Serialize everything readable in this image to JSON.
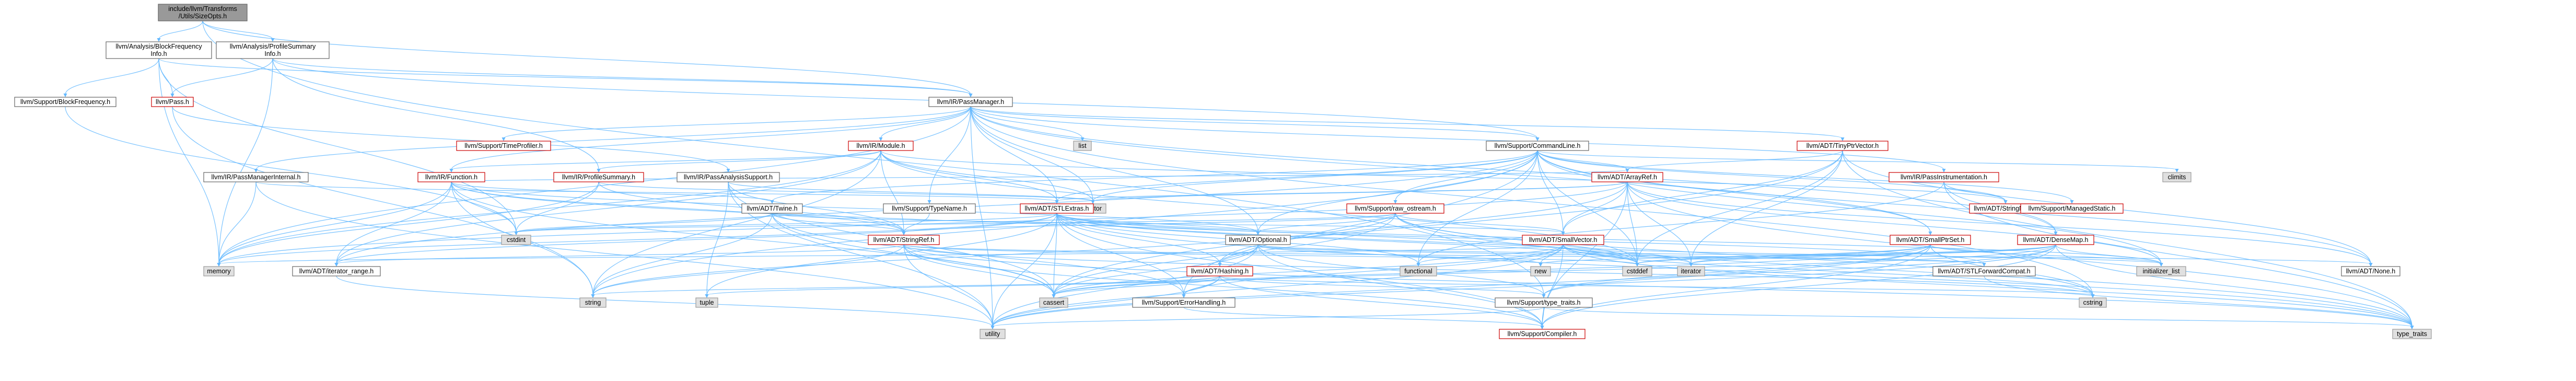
{
  "diagram": {
    "nodes": [
      {
        "id": "root",
        "lines": [
          "include/llvm/Transforms",
          "/Utils/SizeOpts.h"
        ],
        "kind": "root"
      },
      {
        "id": "bfi",
        "lines": [
          "llvm/Analysis/BlockFrequency",
          "Info.h"
        ],
        "kind": "plain"
      },
      {
        "id": "psi",
        "lines": [
          "llvm/Analysis/ProfileSummary",
          "Info.h"
        ],
        "kind": "plain"
      },
      {
        "id": "bf",
        "lines": [
          "llvm/Support/BlockFrequency.h"
        ],
        "kind": "plain"
      },
      {
        "id": "pass",
        "lines": [
          "llvm/Pass.h"
        ],
        "kind": "red"
      },
      {
        "id": "pm",
        "lines": [
          "llvm/IR/PassManager.h"
        ],
        "kind": "plain"
      },
      {
        "id": "tp",
        "lines": [
          "llvm/Support/TimeProfiler.h"
        ],
        "kind": "red"
      },
      {
        "id": "module",
        "lines": [
          "llvm/IR/Module.h"
        ],
        "kind": "red"
      },
      {
        "id": "list",
        "lines": [
          "list"
        ],
        "kind": "sys"
      },
      {
        "id": "cl",
        "lines": [
          "llvm/Support/CommandLine.h"
        ],
        "kind": "plain"
      },
      {
        "id": "tpv",
        "lines": [
          "llvm/ADT/TinyPtrVector.h"
        ],
        "kind": "red"
      },
      {
        "id": "pmi",
        "lines": [
          "llvm/IR/PassManagerInternal.h"
        ],
        "kind": "plain"
      },
      {
        "id": "func",
        "lines": [
          "llvm/IR/Function.h"
        ],
        "kind": "red"
      },
      {
        "id": "ps",
        "lines": [
          "llvm/IR/ProfileSummary.h"
        ],
        "kind": "red"
      },
      {
        "id": "pas",
        "lines": [
          "llvm/IR/PassAnalysisSupport.h"
        ],
        "kind": "plain"
      },
      {
        "id": "arrayref",
        "lines": [
          "llvm/ADT/ArrayRef.h"
        ],
        "kind": "red"
      },
      {
        "id": "pi",
        "lines": [
          "llvm/IR/PassInstrumentation.h"
        ],
        "kind": "red"
      },
      {
        "id": "climits",
        "lines": [
          "climits"
        ],
        "kind": "sys"
      },
      {
        "id": "vector",
        "lines": [
          "vector"
        ],
        "kind": "sys"
      },
      {
        "id": "stlextras",
        "lines": [
          "llvm/ADT/STLExtras.h"
        ],
        "kind": "red"
      },
      {
        "id": "twine",
        "lines": [
          "llvm/ADT/Twine.h"
        ],
        "kind": "plain"
      },
      {
        "id": "typename",
        "lines": [
          "llvm/Support/TypeName.h"
        ],
        "kind": "plain"
      },
      {
        "id": "rawos",
        "lines": [
          "llvm/Support/raw_ostream.h"
        ],
        "kind": "red"
      },
      {
        "id": "stringmap",
        "lines": [
          "llvm/ADT/StringMap.h"
        ],
        "kind": "red"
      },
      {
        "id": "managed",
        "lines": [
          "llvm/Support/ManagedStatic.h"
        ],
        "kind": "red"
      },
      {
        "id": "cstdint",
        "lines": [
          "cstdint"
        ],
        "kind": "sys"
      },
      {
        "id": "stringref",
        "lines": [
          "llvm/ADT/StringRef.h"
        ],
        "kind": "red"
      },
      {
        "id": "optional",
        "lines": [
          "llvm/ADT/Optional.h"
        ],
        "kind": "plain"
      },
      {
        "id": "smallvector",
        "lines": [
          "llvm/ADT/SmallVector.h"
        ],
        "kind": "red"
      },
      {
        "id": "smallptrset",
        "lines": [
          "llvm/ADT/SmallPtrSet.h"
        ],
        "kind": "red"
      },
      {
        "id": "densemap",
        "lines": [
          "llvm/ADT/DenseMap.h"
        ],
        "kind": "red"
      },
      {
        "id": "memory",
        "lines": [
          "memory"
        ],
        "kind": "sys"
      },
      {
        "id": "iterrange",
        "lines": [
          "llvm/ADT/iterator_range.h"
        ],
        "kind": "plain"
      },
      {
        "id": "functional",
        "lines": [
          "functional"
        ],
        "kind": "sys"
      },
      {
        "id": "hashing",
        "lines": [
          "llvm/ADT/Hashing.h"
        ],
        "kind": "red"
      },
      {
        "id": "new",
        "lines": [
          "new"
        ],
        "kind": "sys"
      },
      {
        "id": "cstddef",
        "lines": [
          "cstddef"
        ],
        "kind": "sys"
      },
      {
        "id": "iterator",
        "lines": [
          "iterator"
        ],
        "kind": "sys"
      },
      {
        "id": "stlfwd",
        "lines": [
          "llvm/ADT/STLForwardCompat.h"
        ],
        "kind": "plain"
      },
      {
        "id": "initlist",
        "lines": [
          "initializer_list"
        ],
        "kind": "sys"
      },
      {
        "id": "none",
        "lines": [
          "llvm/ADT/None.h"
        ],
        "kind": "plain"
      },
      {
        "id": "string",
        "lines": [
          "string"
        ],
        "kind": "sys"
      },
      {
        "id": "tuple",
        "lines": [
          "tuple"
        ],
        "kind": "sys"
      },
      {
        "id": "cassert",
        "lines": [
          "cassert"
        ],
        "kind": "sys"
      },
      {
        "id": "errh",
        "lines": [
          "llvm/Support/ErrorHandling.h"
        ],
        "kind": "plain"
      },
      {
        "id": "typetraits",
        "lines": [
          "llvm/Support/type_traits.h"
        ],
        "kind": "plain"
      },
      {
        "id": "cstring",
        "lines": [
          "cstring"
        ],
        "kind": "sys"
      },
      {
        "id": "utility",
        "lines": [
          "utility"
        ],
        "kind": "sys"
      },
      {
        "id": "compiler",
        "lines": [
          "llvm/Support/Compiler.h"
        ],
        "kind": "red"
      },
      {
        "id": "type_traits",
        "lines": [
          "type_traits"
        ],
        "kind": "sys"
      }
    ],
    "edges": [
      [
        "root",
        "bfi"
      ],
      [
        "root",
        "psi"
      ],
      [
        "root",
        "pm"
      ],
      [
        "root",
        "typetraits"
      ],
      [
        "bfi",
        "bf"
      ],
      [
        "bfi",
        "pass"
      ],
      [
        "bfi",
        "pm"
      ],
      [
        "bfi",
        "cstdint"
      ],
      [
        "bfi",
        "memory"
      ],
      [
        "psi",
        "pass"
      ],
      [
        "psi",
        "pm"
      ],
      [
        "psi",
        "ps"
      ],
      [
        "psi",
        "memory"
      ],
      [
        "psi",
        "cl"
      ],
      [
        "bf",
        "cstdint"
      ],
      [
        "pass",
        "pas"
      ],
      [
        "pass",
        "string"
      ],
      [
        "pm",
        "tp"
      ],
      [
        "pm",
        "module"
      ],
      [
        "pm",
        "list"
      ],
      [
        "pm",
        "cl"
      ],
      [
        "pm",
        "tpv"
      ],
      [
        "pm",
        "pmi"
      ],
      [
        "pm",
        "func"
      ],
      [
        "pm",
        "stlextras"
      ],
      [
        "pm",
        "typename"
      ],
      [
        "pm",
        "smallptrset"
      ],
      [
        "pm",
        "densemap"
      ],
      [
        "pm",
        "optional"
      ],
      [
        "pm",
        "memory"
      ],
      [
        "pm",
        "vector"
      ],
      [
        "pm",
        "cstring"
      ],
      [
        "pm",
        "utility"
      ],
      [
        "pm",
        "pi"
      ],
      [
        "module",
        "func"
      ],
      [
        "module",
        "stlextras"
      ],
      [
        "module",
        "stringmap"
      ],
      [
        "module",
        "stringref"
      ],
      [
        "module",
        "iterrange"
      ],
      [
        "module",
        "memory"
      ],
      [
        "module",
        "ps"
      ],
      [
        "module",
        "cstddef"
      ],
      [
        "module",
        "string"
      ],
      [
        "module",
        "vector"
      ],
      [
        "cl",
        "arrayref"
      ],
      [
        "cl",
        "stlextras"
      ],
      [
        "cl",
        "smallptrset"
      ],
      [
        "cl",
        "smallvector"
      ],
      [
        "cl",
        "stringmap"
      ],
      [
        "cl",
        "twine"
      ],
      [
        "cl",
        "managed"
      ],
      [
        "cl",
        "rawos"
      ],
      [
        "cl",
        "climits"
      ],
      [
        "cl",
        "cstddef"
      ],
      [
        "cl",
        "functional"
      ],
      [
        "cl",
        "initlist"
      ],
      [
        "cl",
        "string"
      ],
      [
        "cl",
        "vector"
      ],
      [
        "cl",
        "iterrange"
      ],
      [
        "cl",
        "errh"
      ],
      [
        "cl",
        "optional"
      ],
      [
        "cl",
        "none"
      ],
      [
        "tpv",
        "arrayref"
      ],
      [
        "tpv",
        "none"
      ],
      [
        "tpv",
        "smallvector"
      ],
      [
        "tpv",
        "cassert"
      ],
      [
        "tpv",
        "cstddef"
      ],
      [
        "tpv",
        "iterator"
      ],
      [
        "tpv",
        "type_traits"
      ],
      [
        "pmi",
        "stlextras"
      ],
      [
        "pmi",
        "memory"
      ],
      [
        "pmi",
        "utility"
      ],
      [
        "func",
        "arrayref"
      ],
      [
        "func",
        "optional"
      ],
      [
        "func",
        "stringref"
      ],
      [
        "func",
        "twine"
      ],
      [
        "func",
        "iterrange"
      ],
      [
        "func",
        "cassert"
      ],
      [
        "func",
        "cstddef"
      ],
      [
        "func",
        "cstdint"
      ],
      [
        "func",
        "memory"
      ],
      [
        "func",
        "string"
      ],
      [
        "ps",
        "stringref"
      ],
      [
        "ps",
        "cstdint"
      ],
      [
        "ps",
        "memory"
      ],
      [
        "ps",
        "vector"
      ],
      [
        "pas",
        "stringref"
      ],
      [
        "pas",
        "cassert"
      ],
      [
        "pas",
        "tuple"
      ],
      [
        "pas",
        "utility"
      ],
      [
        "pas",
        "vector"
      ],
      [
        "arrayref",
        "hashing"
      ],
      [
        "arrayref",
        "none"
      ],
      [
        "arrayref",
        "smallvector"
      ],
      [
        "arrayref",
        "stlextras"
      ],
      [
        "arrayref",
        "compiler"
      ],
      [
        "arrayref",
        "cstddef"
      ],
      [
        "arrayref",
        "initlist"
      ],
      [
        "arrayref",
        "iterator"
      ],
      [
        "arrayref",
        "memory"
      ],
      [
        "arrayref",
        "type_traits"
      ],
      [
        "arrayref",
        "vector"
      ],
      [
        "pi",
        "functional"
      ],
      [
        "pi",
        "densemap"
      ],
      [
        "pi",
        "type_traits"
      ],
      [
        "pi",
        "stringmap"
      ],
      [
        "stlextras",
        "hashing"
      ],
      [
        "stlextras",
        "optional"
      ],
      [
        "stlextras",
        "stlfwd"
      ],
      [
        "stlextras",
        "iterrange"
      ],
      [
        "stlextras",
        "errh"
      ],
      [
        "stlextras",
        "cassert"
      ],
      [
        "stlextras",
        "cstddef"
      ],
      [
        "stlextras",
        "cstdint"
      ],
      [
        "stlextras",
        "functional"
      ],
      [
        "stlextras",
        "initlist"
      ],
      [
        "stlextras",
        "iterator"
      ],
      [
        "stlextras",
        "memory"
      ],
      [
        "stlextras",
        "tuple"
      ],
      [
        "stlextras",
        "type_traits"
      ],
      [
        "stlextras",
        "utility"
      ],
      [
        "stlextras",
        "compiler"
      ],
      [
        "twine",
        "smallvector"
      ],
      [
        "twine",
        "stringref"
      ],
      [
        "twine",
        "errh"
      ],
      [
        "twine",
        "cassert"
      ],
      [
        "twine",
        "cstdint"
      ],
      [
        "twine",
        "string"
      ],
      [
        "typename",
        "stringref"
      ],
      [
        "rawos",
        "stringref"
      ],
      [
        "rawos",
        "cassert"
      ],
      [
        "rawos",
        "cstddef"
      ],
      [
        "rawos",
        "cstdint"
      ],
      [
        "rawos",
        "cstring"
      ],
      [
        "rawos",
        "string"
      ],
      [
        "rawos",
        "type_traits"
      ],
      [
        "rawos",
        "smallvector"
      ],
      [
        "rawos",
        "optional"
      ],
      [
        "stringref",
        "stlfwd"
      ],
      [
        "stringref",
        "iterrange"
      ],
      [
        "stringref",
        "compiler"
      ],
      [
        "stringref",
        "algorithm"
      ],
      [
        "stringref",
        "cassert"
      ],
      [
        "stringref",
        "cstddef"
      ],
      [
        "stringref",
        "cstring"
      ],
      [
        "stringref",
        "limits"
      ],
      [
        "stringref",
        "string"
      ],
      [
        "stringref",
        "type_traits"
      ],
      [
        "stringref",
        "utility"
      ],
      [
        "optional",
        "hashing"
      ],
      [
        "optional",
        "none"
      ],
      [
        "optional",
        "stlfwd"
      ],
      [
        "optional",
        "compiler"
      ],
      [
        "optional",
        "typetraits"
      ],
      [
        "optional",
        "cassert"
      ],
      [
        "optional",
        "new"
      ],
      [
        "optional",
        "utility"
      ],
      [
        "smallvector",
        "compiler"
      ],
      [
        "smallvector",
        "errh"
      ],
      [
        "smallvector",
        "type_traits"
      ],
      [
        "smallvector",
        "cassert"
      ],
      [
        "smallvector",
        "cstddef"
      ],
      [
        "smallvector",
        "cstring"
      ],
      [
        "smallvector",
        "functional"
      ],
      [
        "smallvector",
        "initlist"
      ],
      [
        "smallvector",
        "iterator"
      ],
      [
        "smallvector",
        "memory"
      ],
      [
        "smallvector",
        "new"
      ],
      [
        "smallvector",
        "utility"
      ],
      [
        "smallptrset",
        "compiler"
      ],
      [
        "smallptrset",
        "typetraits"
      ],
      [
        "smallptrset",
        "cassert"
      ],
      [
        "smallptrset",
        "cstddef"
      ],
      [
        "smallptrset",
        "cstring"
      ],
      [
        "smallptrset",
        "initlist"
      ],
      [
        "smallptrset",
        "iterator"
      ],
      [
        "smallptrset",
        "utility"
      ],
      [
        "densemap",
        "compiler"
      ],
      [
        "densemap",
        "typetraits"
      ],
      [
        "densemap",
        "cassert"
      ],
      [
        "densemap",
        "cstddef"
      ],
      [
        "densemap",
        "initlist"
      ],
      [
        "densemap",
        "iterator"
      ],
      [
        "densemap",
        "new"
      ],
      [
        "densemap",
        "type_traits"
      ],
      [
        "densemap",
        "utility"
      ],
      [
        "hashing",
        "errh"
      ],
      [
        "hashing",
        "typetraits"
      ],
      [
        "hashing",
        "cassert"
      ],
      [
        "hashing",
        "cstring"
      ],
      [
        "hashing",
        "string"
      ],
      [
        "hashing",
        "tuple"
      ],
      [
        "hashing",
        "utility"
      ],
      [
        "hashing",
        "compiler"
      ],
      [
        "iterrange",
        "utility"
      ],
      [
        "errh",
        "compiler"
      ],
      [
        "typetraits",
        "compiler"
      ],
      [
        "typetraits",
        "type_traits"
      ],
      [
        "typetraits",
        "utility"
      ],
      [
        "stlfwd",
        "type_traits"
      ]
    ]
  }
}
